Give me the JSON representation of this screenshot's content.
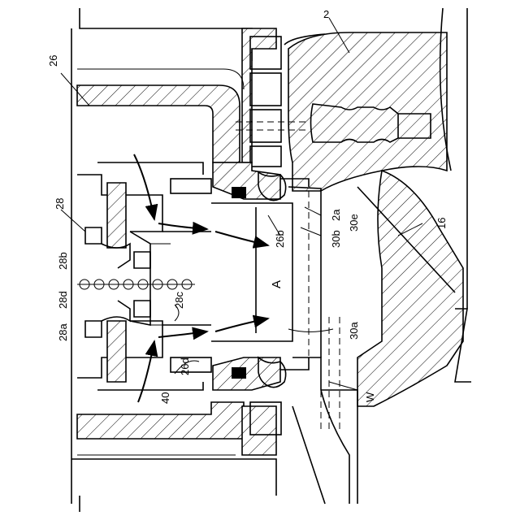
{
  "labels": {
    "l2": "2",
    "l26": "26",
    "l28": "28",
    "l28b": "28b",
    "l28d": "28d",
    "l28a": "28a",
    "l28c": "28c",
    "l26d": "26d",
    "l40": "40",
    "l26b": "26b",
    "l30b": "30b",
    "l2a": "2a",
    "l30e": "30e",
    "l16": "16",
    "lA": "A",
    "l30a": "30a",
    "lW": "W"
  }
}
